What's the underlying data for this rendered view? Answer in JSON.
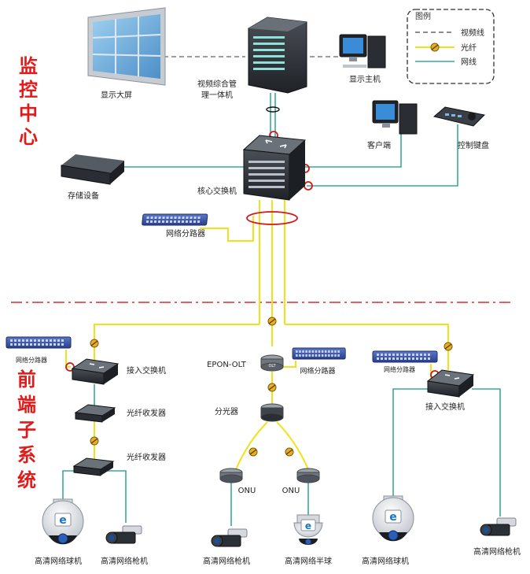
{
  "sections": {
    "monitoring_center": [
      "监",
      "控",
      "中",
      "心"
    ],
    "frontend_system": [
      "前",
      "端",
      "子",
      "系",
      "统"
    ]
  },
  "legend": {
    "title": "图例",
    "items": [
      {
        "label": "视频线",
        "style": "dashed"
      },
      {
        "label": "光纤",
        "style": "fiber"
      },
      {
        "label": "网线",
        "style": "network"
      }
    ]
  },
  "devices": {
    "display_wall": "显示大屏",
    "video_management_line1": "视频综合管",
    "video_management_line2": "理一体机",
    "display_host": "显示主机",
    "client": "客户端",
    "control_keyboard": "控制键盘",
    "storage": "存储设备",
    "core_switch": "核心交换机",
    "network_splitter_center": "网络分路器",
    "splitter_left": "网络分路器",
    "access_switch_left": "接入交换机",
    "transceiver_1": "光纤收发器",
    "transceiver_2": "光纤收发器",
    "camera_dome_left": "高清网络球机",
    "camera_bullet_left": "高清网络枪机",
    "epon_olt": "EPON-OLT",
    "splitter_middle": "网络分路器",
    "optical_splitter": "分光器",
    "onu_left": "ONU",
    "onu_right": "ONU",
    "camera_bullet_middle": "高清网络枪机",
    "camera_half_dome": "高清网络半球",
    "splitter_right": "网络分路器",
    "access_switch_right": "接入交换机",
    "camera_dome_right": "高清网络球机",
    "camera_bullet_right": "高清网络枪机"
  },
  "colors": {
    "fiber": "#f2e21b",
    "network": "#3aa89a",
    "video_line": "#666666",
    "section_text": "#e21a1a",
    "divider": "#e0282a",
    "marker": "#d21919"
  }
}
